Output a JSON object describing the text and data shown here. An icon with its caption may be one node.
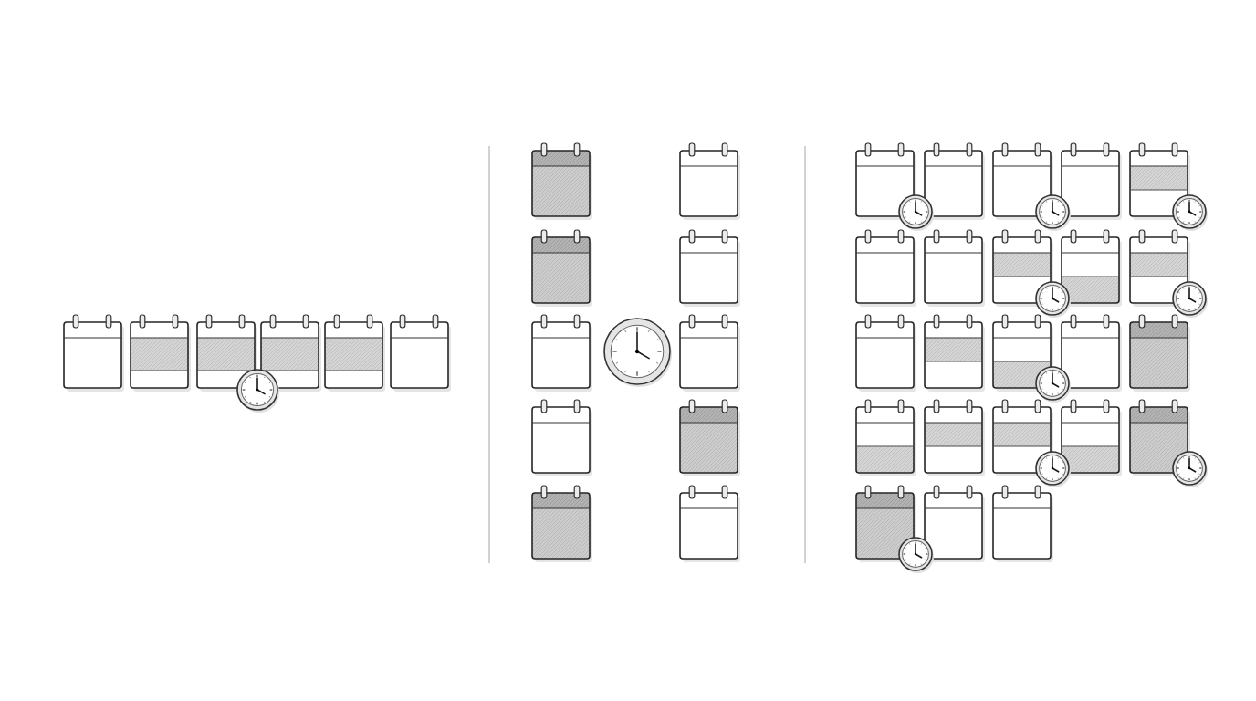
{
  "diagram": {
    "nodes": [
      {
        "text": [],
        "shape": "calendar"
      },
      {
        "text": [],
        "shape": "calendar"
      },
      {
        "text": [],
        "shape": "calendar"
      },
      {
        "text": [],
        "shape": "calendar"
      },
      {
        "text": [],
        "shape": "calendar"
      },
      {
        "text": [],
        "shape": "calendar"
      },
      {
        "text": [],
        "shape": "clock"
      },
      {
        "text": [],
        "shape": "calendar"
      },
      {
        "text": [],
        "shape": "calendar"
      },
      {
        "text": [],
        "shape": "calendar"
      },
      {
        "text": [],
        "shape": "calendar"
      },
      {
        "text": [],
        "shape": "calendar"
      },
      {
        "text": [],
        "shape": "clock"
      },
      {
        "text": [],
        "shape": "calendar"
      },
      {
        "text": [],
        "shape": "calendar"
      },
      {
        "text": [],
        "shape": "calendar"
      },
      {
        "text": [],
        "shape": "calendar"
      },
      {
        "text": [],
        "shape": "calendar"
      },
      {
        "text": [],
        "shape": "calendar"
      },
      {
        "text": [],
        "shape": "clock"
      },
      {
        "text": [],
        "shape": "calendar"
      },
      {
        "text": [],
        "shape": "calendar"
      },
      {
        "text": [],
        "shape": "clock"
      },
      {
        "text": [],
        "shape": "calendar"
      },
      {
        "text": [],
        "shape": "calendar"
      },
      {
        "text": [],
        "shape": "clock"
      },
      {
        "text": [],
        "shape": "calendar"
      },
      {
        "text": [],
        "shape": "calendar"
      },
      {
        "text": [],
        "shape": "calendar"
      },
      {
        "text": [],
        "shape": "clock"
      },
      {
        "text": [],
        "shape": "calendar"
      },
      {
        "text": [],
        "shape": "calendar"
      },
      {
        "text": [],
        "shape": "clock"
      },
      {
        "text": [],
        "shape": "calendar"
      },
      {
        "text": [],
        "shape": "calendar"
      },
      {
        "text": [],
        "shape": "calendar"
      },
      {
        "text": [],
        "shape": "clock"
      },
      {
        "text": [],
        "shape": "calendar"
      },
      {
        "text": [],
        "shape": "calendar"
      },
      {
        "text": [],
        "shape": "calendar"
      },
      {
        "text": [],
        "shape": "calendar"
      },
      {
        "text": [],
        "shape": "calendar"
      },
      {
        "text": [],
        "shape": "clock"
      },
      {
        "text": [],
        "shape": "calendar"
      },
      {
        "text": [],
        "shape": "calendar"
      },
      {
        "text": [],
        "shape": "clock"
      },
      {
        "text": [],
        "shape": "calendar"
      },
      {
        "text": [],
        "shape": "clock"
      },
      {
        "text": [],
        "shape": "calendar"
      },
      {
        "text": [],
        "shape": "calendar"
      }
    ]
  }
}
